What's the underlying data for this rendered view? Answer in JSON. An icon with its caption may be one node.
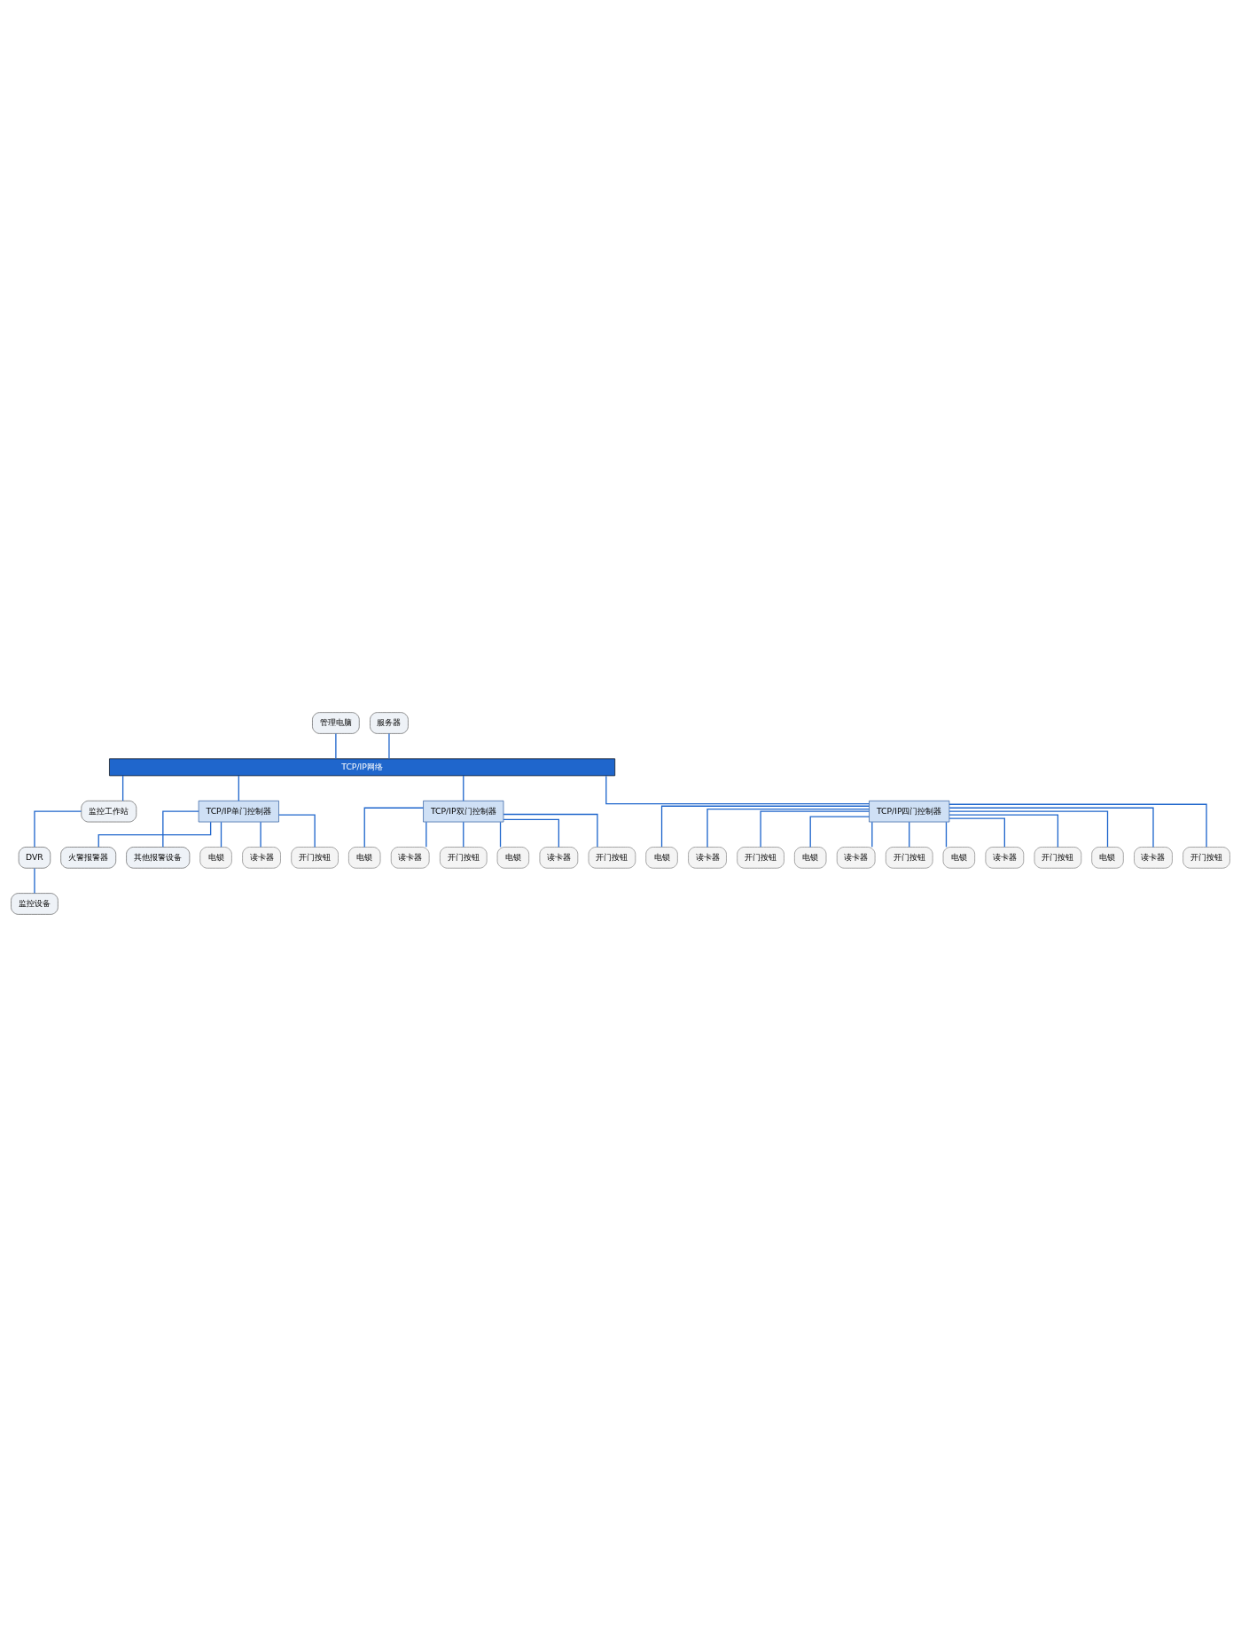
{
  "diagram": {
    "nodes": [
      {
        "text": [
          "管理电脑"
        ]
      },
      {
        "text": [
          "服务器"
        ]
      },
      {
        "text": [
          "TCP/IP网络"
        ]
      },
      {
        "text": [
          "监控工作站"
        ]
      },
      {
        "text": [
          "DVR"
        ]
      },
      {
        "text": [
          "监控设备"
        ]
      },
      {
        "text": [
          "火警报警器"
        ]
      },
      {
        "text": [
          "其他报警设备"
        ]
      },
      {
        "text": [
          "TCP/IP单门控制器"
        ]
      },
      {
        "text": [
          "TCP/IP双门控制器"
        ]
      },
      {
        "text": [
          "TCP/IP四门控制器"
        ]
      },
      {
        "text": [
          "电锁"
        ]
      },
      {
        "text": [
          "读卡器"
        ]
      },
      {
        "text": [
          "开门按钮"
        ]
      },
      {
        "text": [
          "电锁"
        ]
      },
      {
        "text": [
          "读卡器"
        ]
      },
      {
        "text": [
          "开门按钮"
        ]
      },
      {
        "text": [
          "电锁"
        ]
      },
      {
        "text": [
          "读卡器"
        ]
      },
      {
        "text": [
          "开门按钮"
        ]
      },
      {
        "text": [
          "电锁"
        ]
      },
      {
        "text": [
          "读卡器"
        ]
      },
      {
        "text": [
          "开门按钮"
        ]
      },
      {
        "text": [
          "电锁"
        ]
      },
      {
        "text": [
          "读卡器"
        ]
      },
      {
        "text": [
          "开门按钮"
        ]
      },
      {
        "text": [
          "电锁"
        ]
      },
      {
        "text": [
          "读卡器"
        ]
      },
      {
        "text": [
          "开门按钮"
        ]
      },
      {
        "text": [
          "电锁"
        ]
      },
      {
        "text": [
          "读卡器"
        ]
      },
      {
        "text": [
          "开门按钮"
        ]
      }
    ],
    "edges": [
      {
        "from": 0,
        "to": 2,
        "arrow": "none"
      },
      {
        "from": 1,
        "to": 2,
        "arrow": "none"
      },
      {
        "from": 2,
        "to": 3,
        "arrow": "none"
      },
      {
        "from": 2,
        "to": 8,
        "arrow": "none"
      },
      {
        "from": 2,
        "to": 9,
        "arrow": "none"
      },
      {
        "from": 2,
        "to": 10,
        "arrow": "none"
      },
      {
        "from": 3,
        "to": 4,
        "arrow": "none"
      },
      {
        "from": 4,
        "to": 5,
        "arrow": "none"
      },
      {
        "from": 8,
        "to": 6,
        "arrow": "none"
      },
      {
        "from": 8,
        "to": 7,
        "arrow": "none"
      },
      {
        "from": 8,
        "to": 11,
        "arrow": "none"
      },
      {
        "from": 8,
        "to": 12,
        "arrow": "none"
      },
      {
        "from": 8,
        "to": 13,
        "arrow": "none"
      },
      {
        "from": 9,
        "to": 14,
        "arrow": "none"
      },
      {
        "from": 9,
        "to": 15,
        "arrow": "none"
      },
      {
        "from": 9,
        "to": 16,
        "arrow": "none"
      },
      {
        "from": 9,
        "to": 17,
        "arrow": "none"
      },
      {
        "from": 9,
        "to": 18,
        "arrow": "none"
      },
      {
        "from": 9,
        "to": 19,
        "arrow": "none"
      },
      {
        "from": 10,
        "to": 20,
        "arrow": "none"
      },
      {
        "from": 10,
        "to": 21,
        "arrow": "none"
      },
      {
        "from": 10,
        "to": 22,
        "arrow": "none"
      },
      {
        "from": 10,
        "to": 23,
        "arrow": "none"
      },
      {
        "from": 10,
        "to": 24,
        "arrow": "none"
      },
      {
        "from": 10,
        "to": 25,
        "arrow": "none"
      },
      {
        "from": 10,
        "to": 26,
        "arrow": "none"
      },
      {
        "from": 10,
        "to": 27,
        "arrow": "none"
      },
      {
        "from": 10,
        "to": 28,
        "arrow": "none"
      },
      {
        "from": 10,
        "to": 29,
        "arrow": "none"
      },
      {
        "from": 10,
        "to": 30,
        "arrow": "none"
      },
      {
        "from": 10,
        "to": 31,
        "arrow": "none"
      }
    ]
  }
}
